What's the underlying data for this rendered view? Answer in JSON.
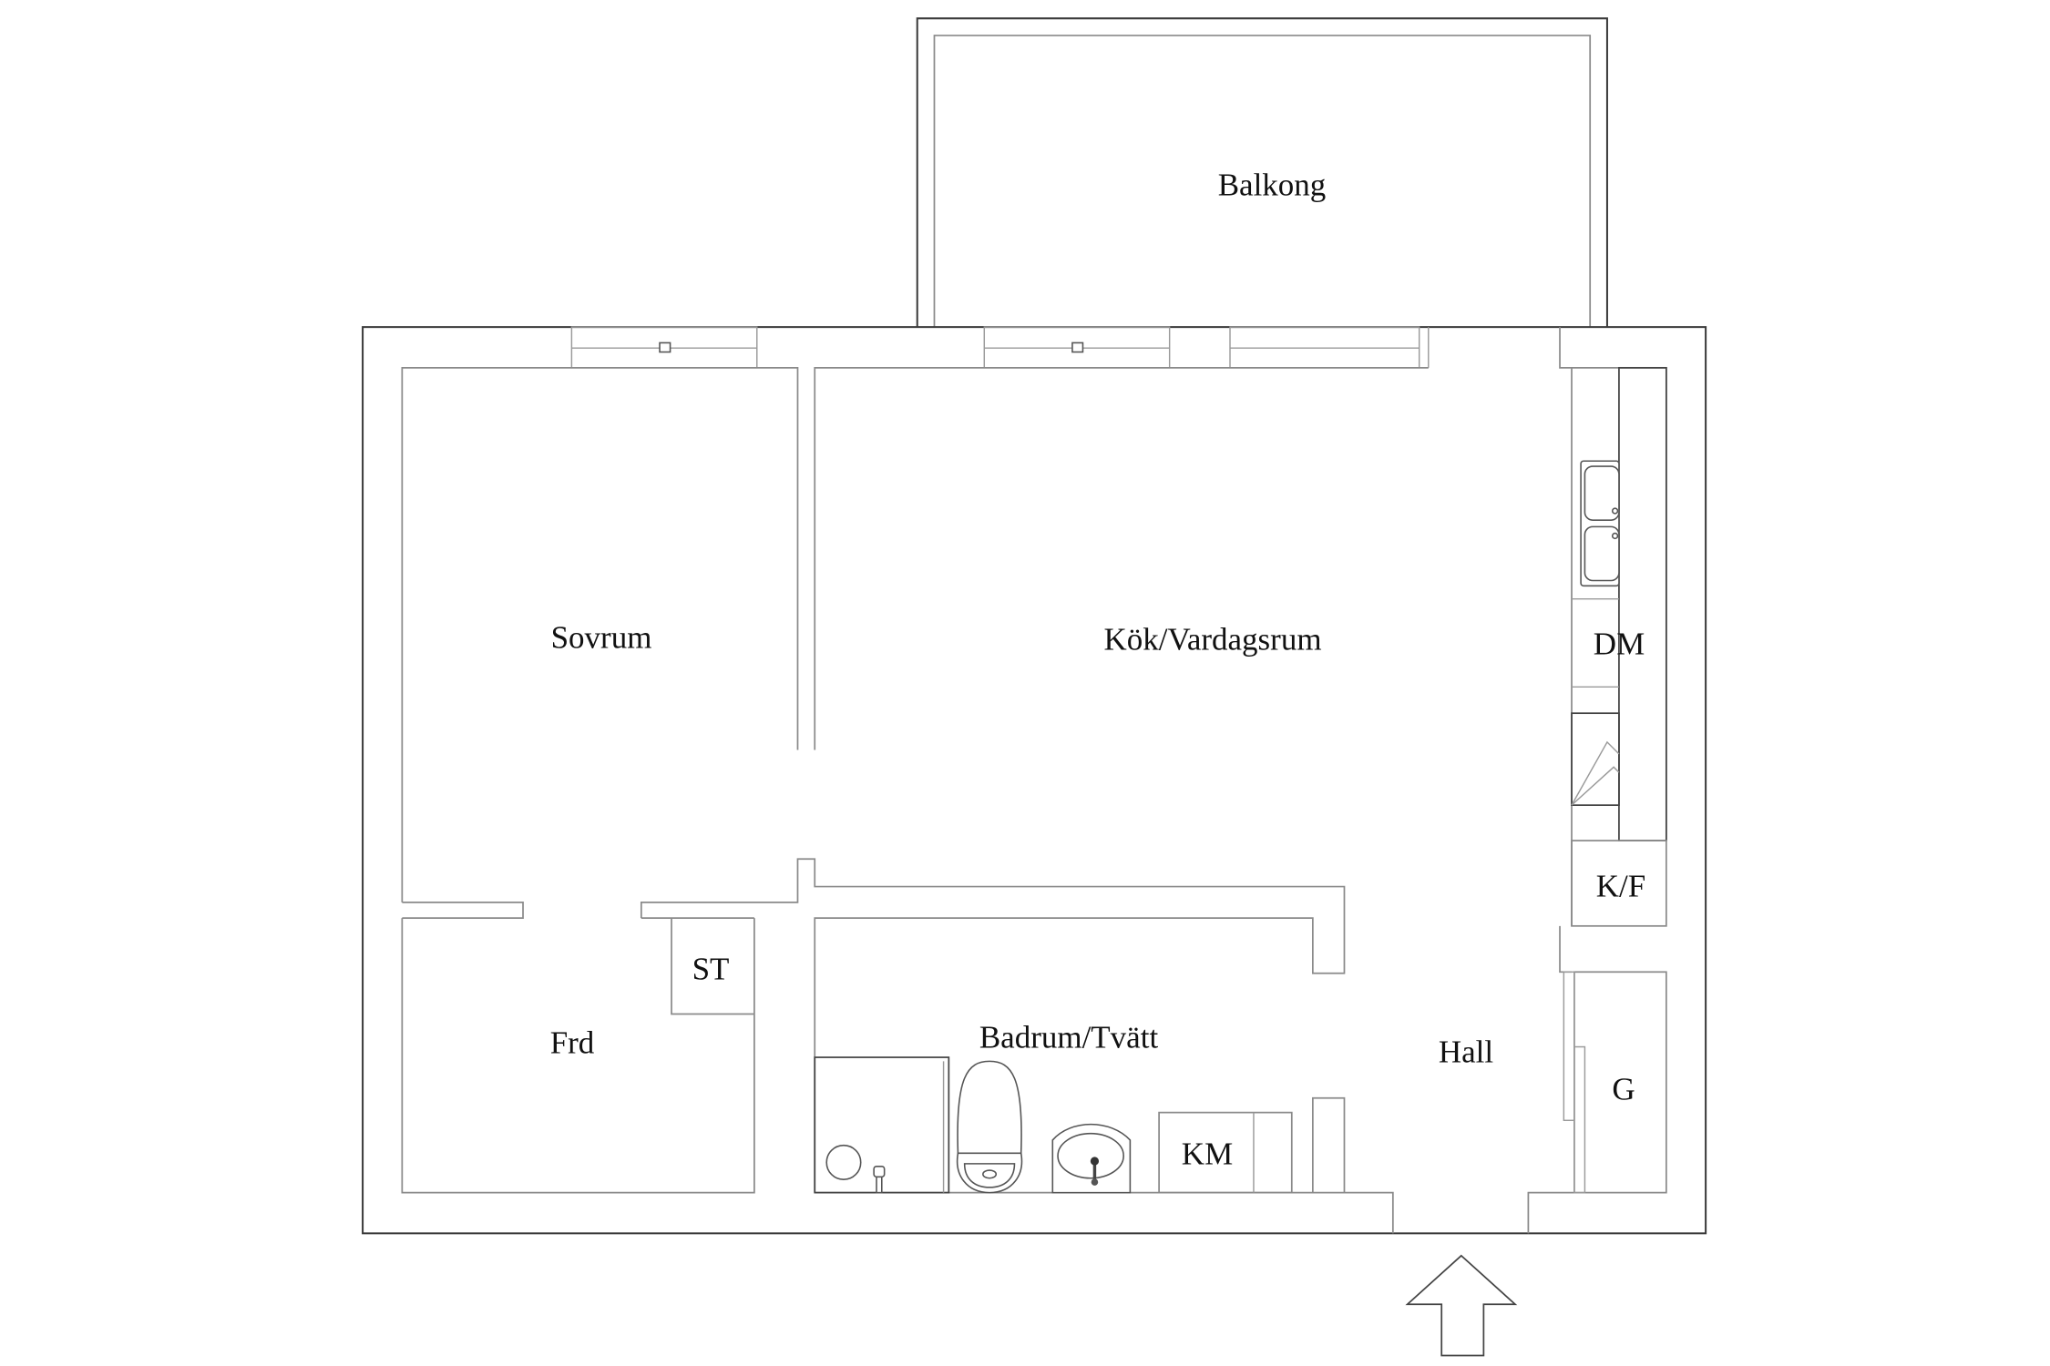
{
  "plan": {
    "type": "apartment floor plan",
    "rooms": [
      {
        "id": "balkong",
        "label": "Balkong"
      },
      {
        "id": "sovrum",
        "label": "Sovrum"
      },
      {
        "id": "kok-vardagsrum",
        "label": "Kök/Vardagsrum"
      },
      {
        "id": "frd",
        "label": "Frd"
      },
      {
        "id": "st",
        "label": "ST"
      },
      {
        "id": "badrum-tvatt",
        "label": "Badrum/Tvätt"
      },
      {
        "id": "hall",
        "label": "Hall"
      },
      {
        "id": "dm",
        "label": "DM"
      },
      {
        "id": "kf",
        "label": "K/F"
      },
      {
        "id": "g",
        "label": "G"
      },
      {
        "id": "km",
        "label": "KM"
      }
    ],
    "fixtures": [
      "shower-icon",
      "toilet-icon",
      "sink-icon",
      "kitchen-sink-icon",
      "stove-icon"
    ],
    "entrance": {
      "icon": "entrance-arrow-icon",
      "direction": "up"
    },
    "colors": {
      "background": "#ffffff",
      "outer_wall": "#3a3a3a",
      "inner_wall": "#8a8a8a",
      "text": "#111111"
    }
  }
}
